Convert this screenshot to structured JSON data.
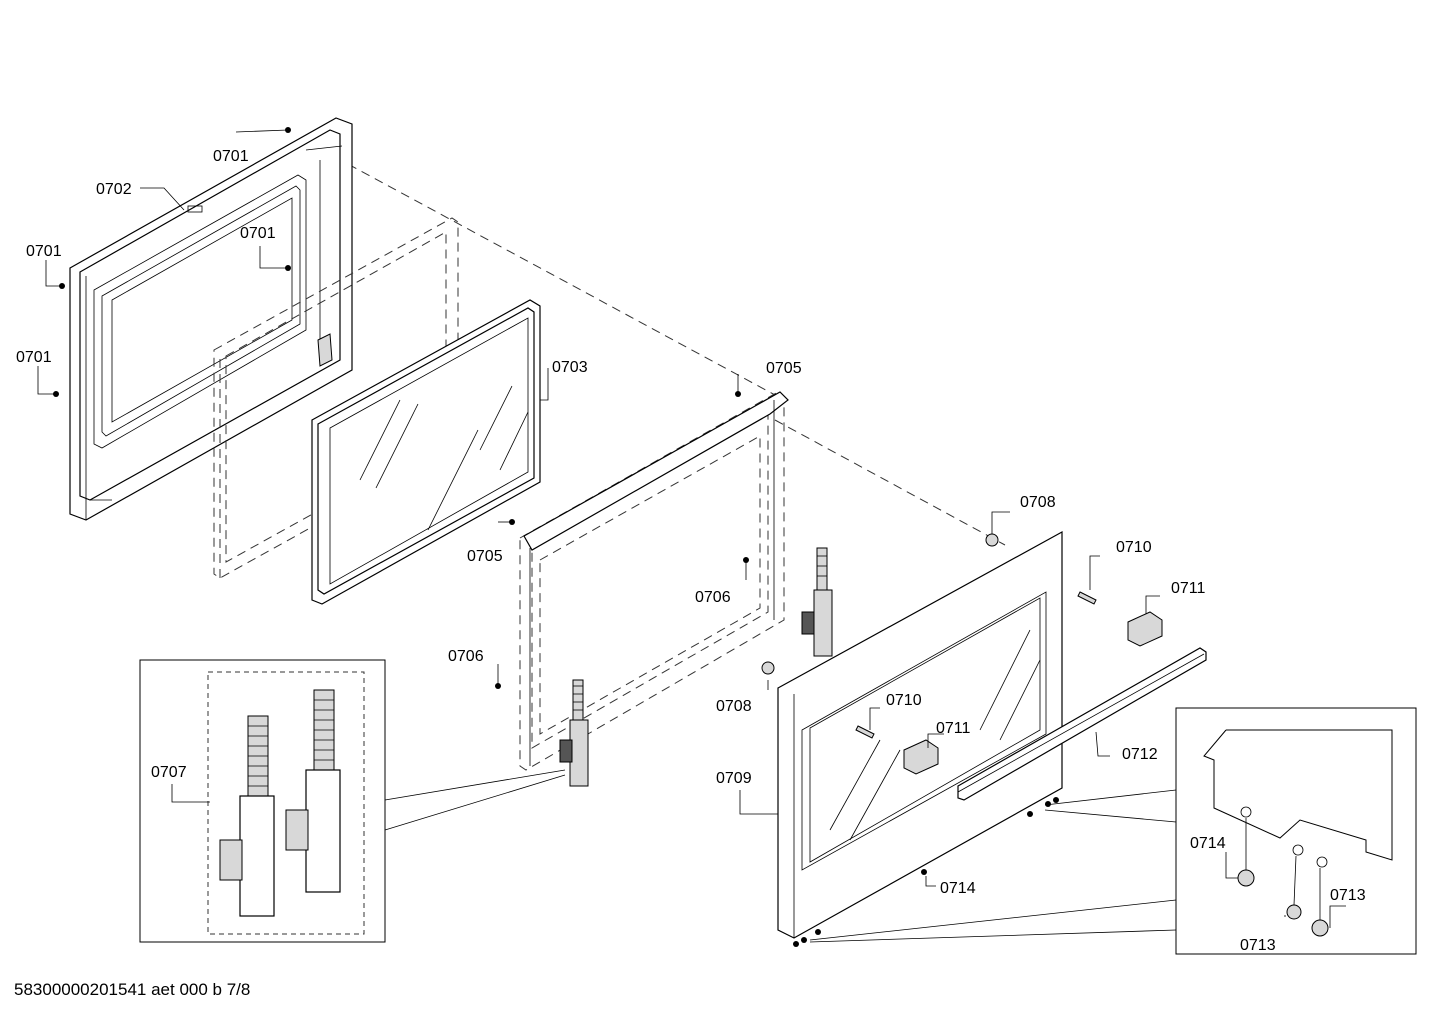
{
  "footer": {
    "text": "58300000201541 aet 000 b 7/8"
  },
  "labels": {
    "l0701_a": "0701",
    "l0701_b": "0701",
    "l0701_c": "0701",
    "l0701_d": "0701",
    "l0702": "0702",
    "l0703": "0703",
    "l0705_a": "0705",
    "l0705_b": "0705",
    "l0706_a": "0706",
    "l0706_b": "0706",
    "l0707": "0707",
    "l0708_a": "0708",
    "l0708_b": "0708",
    "l0709": "0709",
    "l0710_a": "0710",
    "l0710_b": "0710",
    "l0711_a": "0711",
    "l0711_b": "0711",
    "l0712": "0712",
    "l0713_a": "0713",
    "l0713_b": "0713",
    "l0714_a": "0714",
    "l0714_b": "0714"
  }
}
